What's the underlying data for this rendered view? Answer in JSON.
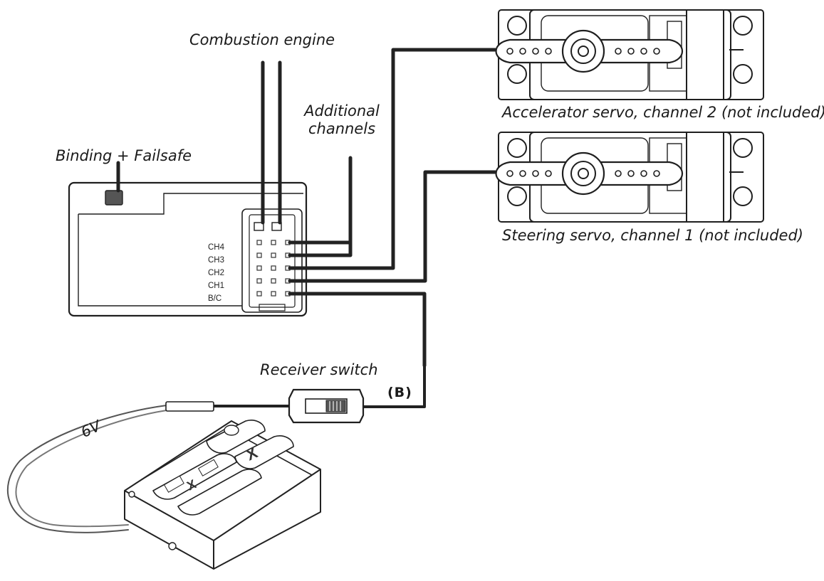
{
  "labels": {
    "combustion_engine": "Combustion engine",
    "additional_channels_line1": "Additional",
    "additional_channels_line2": "channels",
    "binding_failsafe": "Binding + Failsafe",
    "accelerator_servo": "Accelerator servo, channel 2 (not included)",
    "steering_servo": "Steering servo, channel 1 (not included)",
    "receiver_switch": "Receiver switch",
    "switch_port": "(B)",
    "battery_voltage": "6V"
  },
  "receiver": {
    "pins": [
      "CH4",
      "CH3",
      "CH2",
      "CH1",
      "B/C"
    ]
  },
  "battery_box": {
    "cell_markings": [
      "X",
      "X"
    ]
  }
}
